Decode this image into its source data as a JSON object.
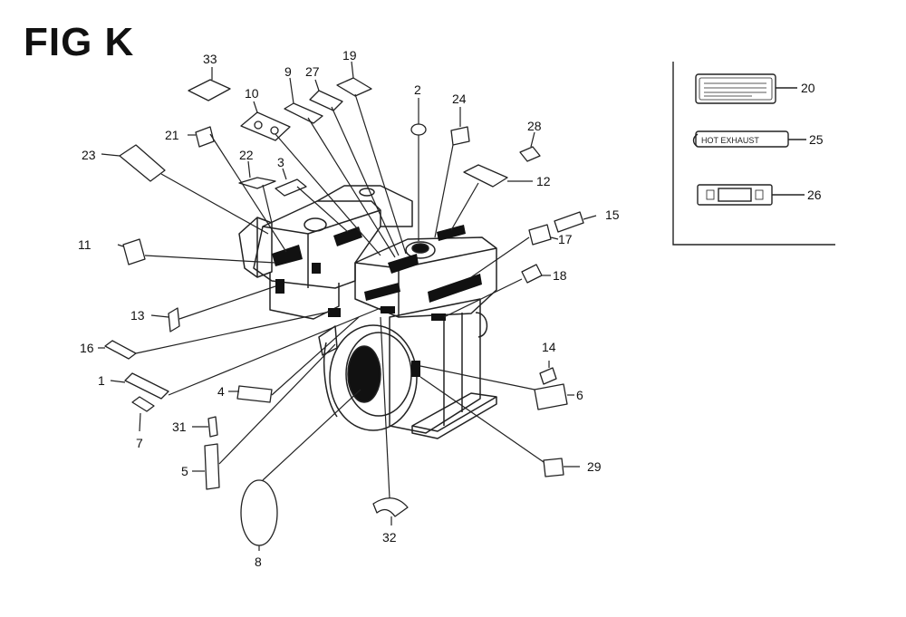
{
  "figure": {
    "title": "FIG K",
    "inset_labels": {
      "hot_exhaust": "HOT EXHAUST"
    },
    "callouts": [
      {
        "id": "c1",
        "label": "1"
      },
      {
        "id": "c2",
        "label": "2"
      },
      {
        "id": "c3",
        "label": "3"
      },
      {
        "id": "c4",
        "label": "4"
      },
      {
        "id": "c5",
        "label": "5"
      },
      {
        "id": "c6",
        "label": "6"
      },
      {
        "id": "c7",
        "label": "7"
      },
      {
        "id": "c8",
        "label": "8"
      },
      {
        "id": "c9",
        "label": "9"
      },
      {
        "id": "c10",
        "label": "10"
      },
      {
        "id": "c11",
        "label": "11"
      },
      {
        "id": "c12",
        "label": "12"
      },
      {
        "id": "c13",
        "label": "13"
      },
      {
        "id": "c14",
        "label": "14"
      },
      {
        "id": "c15",
        "label": "15"
      },
      {
        "id": "c16",
        "label": "16"
      },
      {
        "id": "c17",
        "label": "17"
      },
      {
        "id": "c18",
        "label": "18"
      },
      {
        "id": "c19",
        "label": "19"
      },
      {
        "id": "c20",
        "label": "20"
      },
      {
        "id": "c21",
        "label": "21"
      },
      {
        "id": "c22",
        "label": "22"
      },
      {
        "id": "c23",
        "label": "23"
      },
      {
        "id": "c24",
        "label": "24"
      },
      {
        "id": "c25",
        "label": "25"
      },
      {
        "id": "c26",
        "label": "26"
      },
      {
        "id": "c27",
        "label": "27"
      },
      {
        "id": "c28",
        "label": "28"
      },
      {
        "id": "c29",
        "label": "29"
      },
      {
        "id": "c31",
        "label": "31"
      },
      {
        "id": "c32",
        "label": "32"
      },
      {
        "id": "c33",
        "label": "33"
      }
    ]
  }
}
